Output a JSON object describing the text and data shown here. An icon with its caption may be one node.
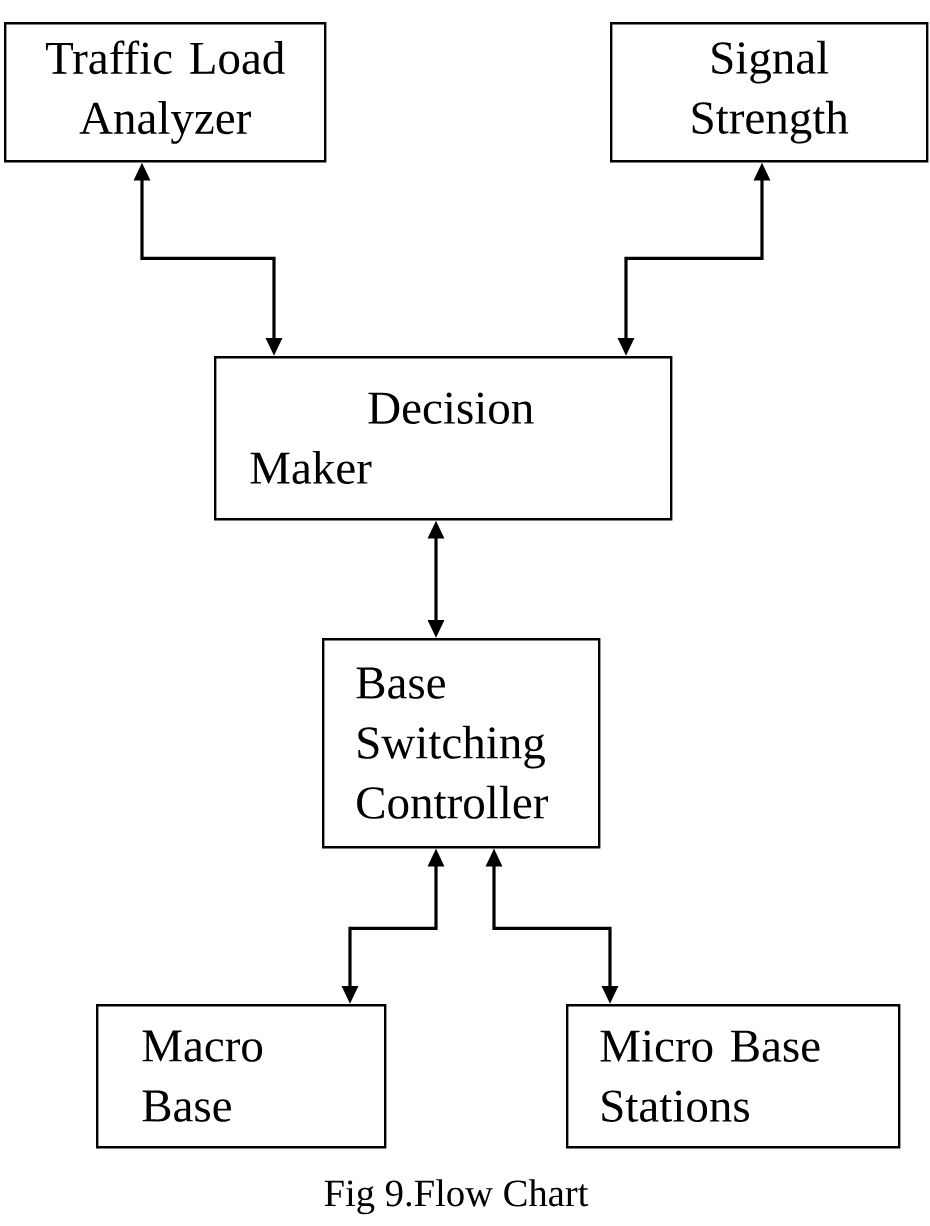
{
  "diagram": {
    "caption": "Fig 9.Flow Chart",
    "nodes": [
      {
        "text": [
          "Traffic Load Analyzer"
        ]
      },
      {
        "text": [
          "Signal Strength"
        ]
      },
      {
        "text": [
          "Decision Maker"
        ]
      },
      {
        "text": [
          "Base Switching Controller"
        ]
      },
      {
        "text": [
          "Macro Base"
        ]
      },
      {
        "text": [
          "Micro Base Stations"
        ]
      }
    ],
    "edges": [
      {
        "from": 0,
        "to": 2,
        "arrow": "both"
      },
      {
        "from": 1,
        "to": 2,
        "arrow": "both"
      },
      {
        "from": 2,
        "to": 3,
        "arrow": "both"
      },
      {
        "from": 3,
        "to": 4,
        "arrow": "both"
      },
      {
        "from": 3,
        "to": 5,
        "arrow": "both"
      }
    ]
  }
}
